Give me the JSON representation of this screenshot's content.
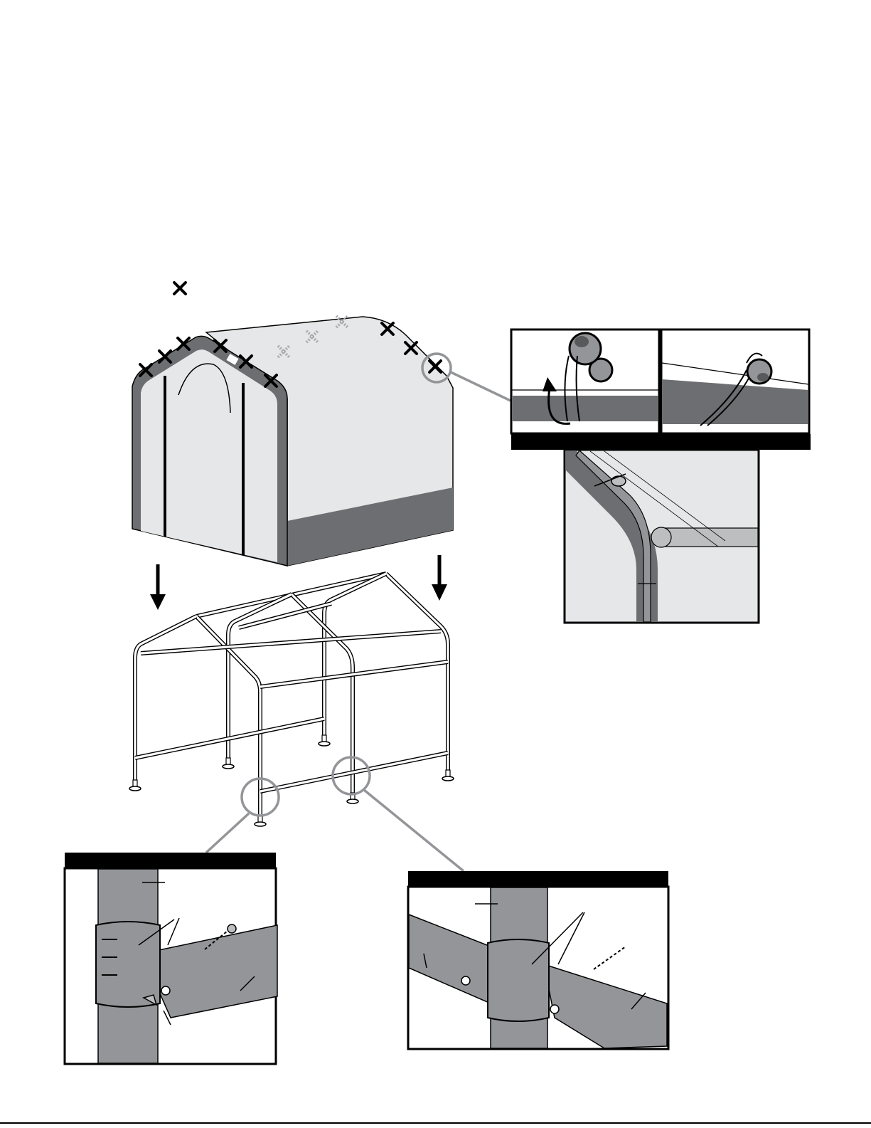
{
  "page": {
    "blank_top_area": "",
    "marker_legend_icon": "x-mark-icon",
    "colors": {
      "ink": "#000000",
      "cover_light": "#e6e7e8",
      "cover_dark": "#6d6e71",
      "frame_gray": "#939598",
      "callout_circle": "#939598"
    }
  },
  "illustrations": {
    "cover": "canopy-cover",
    "frame": "canopy-frame",
    "detail_bungee_left": "bungee-ball-detail-1",
    "detail_bungee_right": "bungee-ball-detail-2",
    "detail_corner": "corner-rafter-detail",
    "detail_left_joint": "leg-tee-joint-detail",
    "detail_right_joint": "leg-cross-joint-detail"
  }
}
